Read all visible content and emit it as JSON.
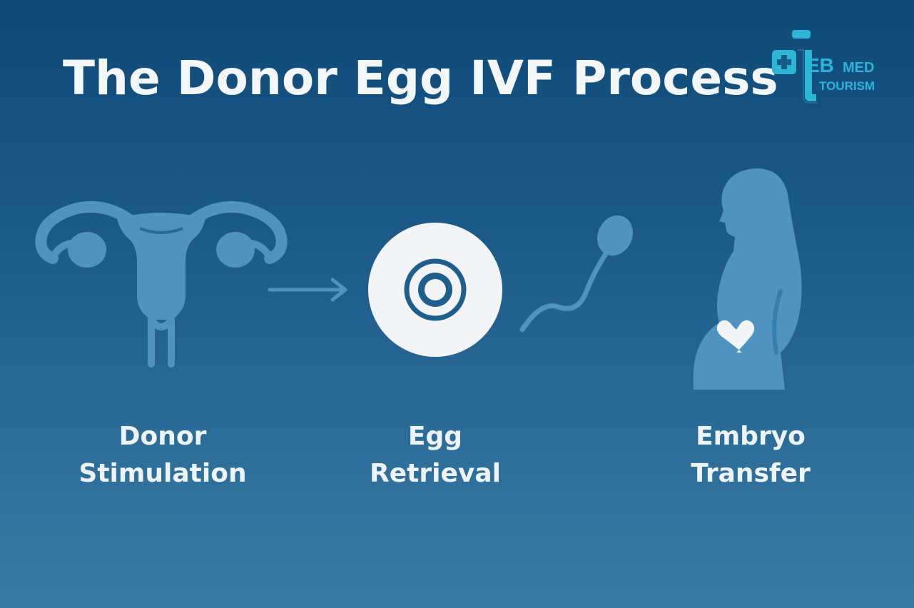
{
  "title": "The Donor Egg IVF Process",
  "logo": {
    "mark": "EB",
    "line1": "MED",
    "line2": "TOURISM"
  },
  "steps": [
    {
      "icon": "uterus-icon",
      "line1": "Donor",
      "line2": "Stimulation"
    },
    {
      "icon": "egg-icon",
      "line1": "Egg",
      "line2": "Retrieval"
    },
    {
      "icon": "pregnant-woman-icon",
      "line1": "Embryo",
      "line2": "Transfer"
    }
  ],
  "colors": {
    "background_top": "#0f4a78",
    "background_bottom": "#3a7ba6",
    "icon_blue": "#4f93c0",
    "egg_white": "#f2f4f7",
    "logo_teal": "#2bb5d6"
  }
}
